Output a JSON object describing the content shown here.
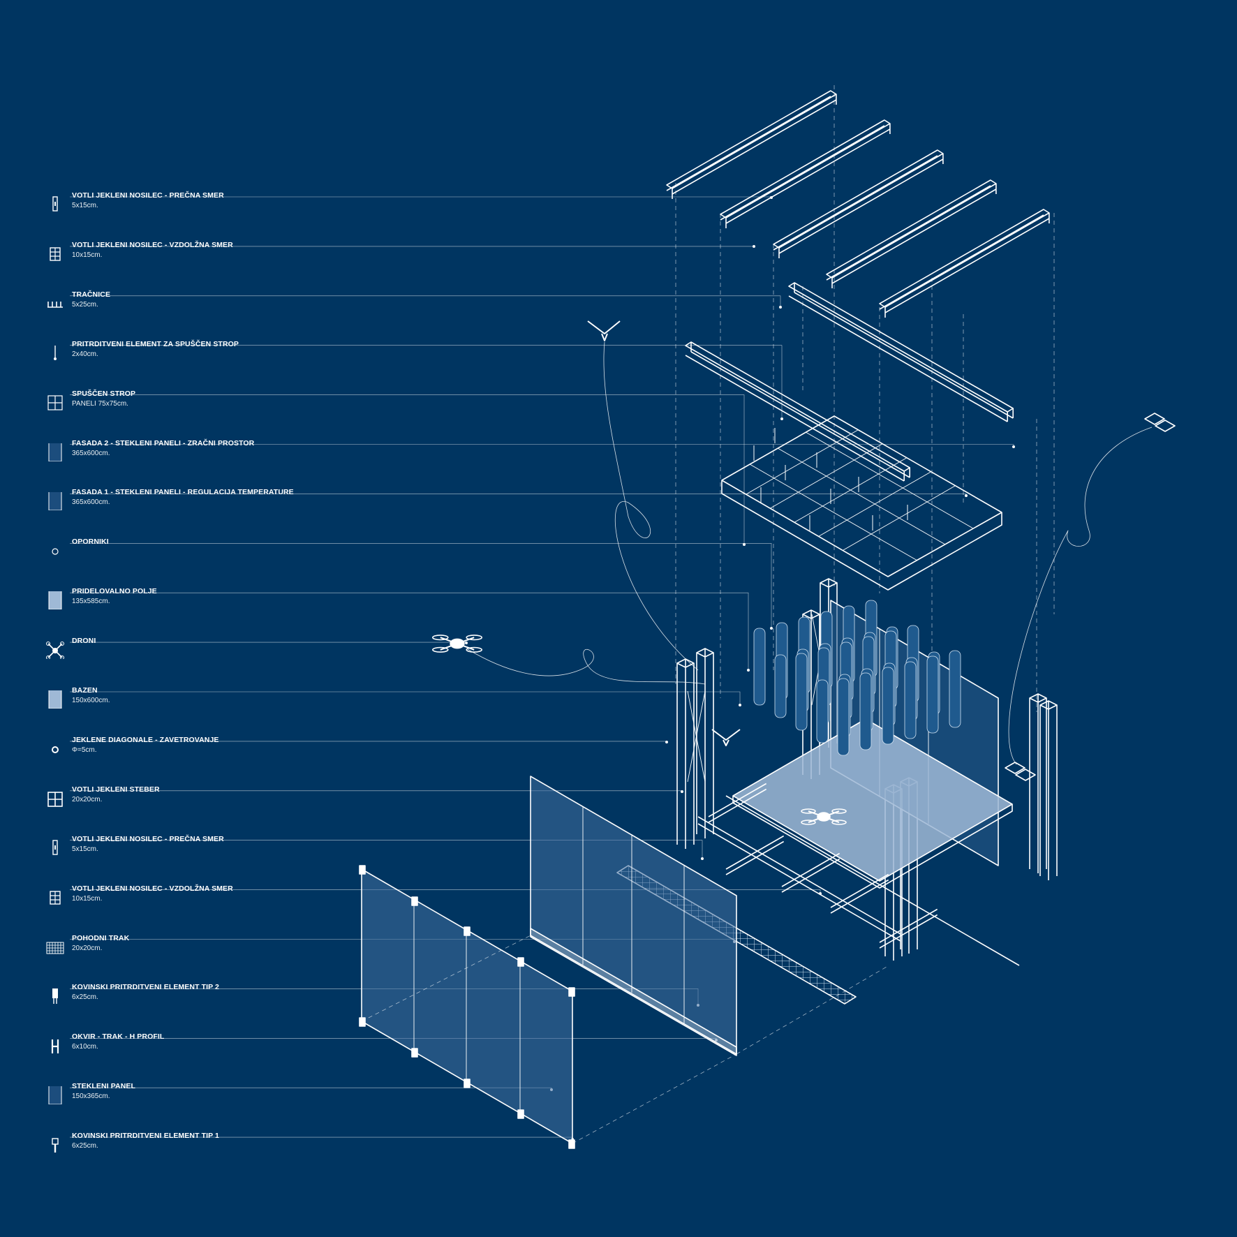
{
  "legend": [
    {
      "title": "VOTLI JEKLENI NOSILEC - PREČNA SMER",
      "sub": "5x15cm.",
      "icon": "tall-box-icon"
    },
    {
      "title": "VOTLI JEKLENI NOSILEC - VZDOLŽNA SMER",
      "sub": "10x15cm.",
      "icon": "grid-box-icon"
    },
    {
      "title": "TRAČNICE",
      "sub": "5x25cm.",
      "icon": "rail-comb-icon"
    },
    {
      "title": "PRITRDITVENI ELEMENT ZA SPUŠČEN STROP",
      "sub": "2x40cm.",
      "icon": "rod-icon"
    },
    {
      "title": "SPUŠČEN STROP",
      "sub": "PANELI 75x75cm.",
      "icon": "ceiling-grid-icon"
    },
    {
      "title": "FASADA 2 - STEKLENI PANELI - ZRAČNI PROSTOR",
      "sub": "365x600cm.",
      "icon": "glass-panel-icon"
    },
    {
      "title": "FASADA 1 - STEKLENI PANELI - REGULACIJA TEMPERATURE",
      "sub": "365x600cm.",
      "icon": "glass-panel-icon"
    },
    {
      "title": "OPORNIKI",
      "sub": "",
      "icon": "small-circle-icon"
    },
    {
      "title": "PRIDELOVALNO POLJE",
      "sub": "135x585cm.",
      "icon": "filled-panel-icon"
    },
    {
      "title": "DRONI",
      "sub": "",
      "icon": "drone-icon"
    },
    {
      "title": "BAZEN",
      "sub": "150x600cm.",
      "icon": "filled-panel-icon"
    },
    {
      "title": "JEKLENE DIAGONALE - ZAVETROVANJE",
      "sub": "Φ=5cm.",
      "icon": "ring-icon"
    },
    {
      "title": "VOTLI JEKLENI STEBER",
      "sub": "20x20cm.",
      "icon": "column-grid-icon"
    },
    {
      "title": "VOTLI JEKLENI NOSILEC - PREČNA SMER",
      "sub": "5x15cm.",
      "icon": "tall-box-icon"
    },
    {
      "title": "VOTLI JEKLENI NOSILEC - VZDOLŽNA SMER",
      "sub": "10x15cm.",
      "icon": "grid-box-icon"
    },
    {
      "title": "POHODNI TRAK",
      "sub": "20x20cm.",
      "icon": "walkway-grid-icon"
    },
    {
      "title": "KOVINSKI PRITRDITVENI ELEMENT TIP 2",
      "sub": "6x25cm.",
      "icon": "clip-type2-icon"
    },
    {
      "title": "OKVIR - TRAK - H PROFIL",
      "sub": "6x10cm.",
      "icon": "h-profile-icon"
    },
    {
      "title": "STEKLENI PANEL",
      "sub": "150x365cm.",
      "icon": "glass-panel-icon"
    },
    {
      "title": "KOVINSKI PRITRDITVENI ELEMENT TIP 1",
      "sub": "6x25cm.",
      "icon": "clip-type1-icon"
    }
  ],
  "colors": {
    "background": "#003561",
    "line": "#ffffff",
    "glass": "#5b86b4",
    "field": "#9fb9d6"
  }
}
